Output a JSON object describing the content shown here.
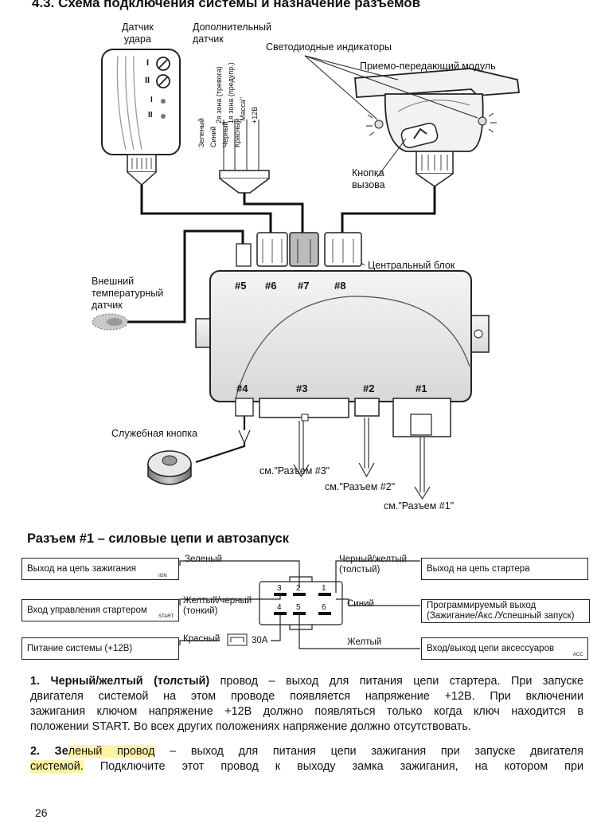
{
  "page": {
    "section_heading": "4.3. Схема подключения системы и назначение разъемов",
    "page_number": "26"
  },
  "diagram": {
    "shock_sensor": "Датчик\nудара",
    "extra_sensor": "Дополнительный\nдатчик",
    "led_indicators": "Светодиодные индикаторы",
    "transceiver": "Приемо-передающий модуль",
    "call_button": "Кнопка\nвызова",
    "central_unit": "Центральный блок",
    "ext_temp_sensor": "Внешний\nтемпературный\nдатчик",
    "service_button": "Служебная кнопка",
    "sensor_zone_labels": [
      "2я зона (тревога)",
      "1я зона (предупр.)",
      "\"Масса\"",
      "+12В"
    ],
    "sensor_wire_colors": [
      "Зеленый",
      "Синий",
      "Черный",
      "Красный"
    ],
    "shock_marks": [
      "I",
      "II",
      "I",
      "II"
    ],
    "connector_top": [
      "#5",
      "#6",
      "#7",
      "#8"
    ],
    "connector_bottom": [
      "#4",
      "#3",
      "#2",
      "#1"
    ],
    "see_conn3": "см.\"Разъем #3\"",
    "see_conn2": "см.\"Разъем #2\"",
    "see_conn1": "см.\"Разъем #1\""
  },
  "connector1": {
    "heading": "Разъем #1 – силовые цепи и автозапуск",
    "left_boxes": [
      "Выход на цепь зажигания",
      "Вход управления стартером",
      "Питание системы (+12В)"
    ],
    "right_boxes": [
      "Выход на цепь стартера",
      "Программируемый выход\n(Зажигание/Акс./Успешный запуск)",
      "Вход/выход цепи аксессуаров"
    ],
    "wires": {
      "green": "Зеленый",
      "yellow_black": "Желтый/черный\n(тонкий)",
      "red": "Красный",
      "black_yellow": "Черный/желтый\n(толстый)",
      "blue": "Синий",
      "yellow": "Желтый"
    },
    "pins": [
      "3",
      "2",
      "1",
      "4",
      "5",
      "6"
    ],
    "fuse": "30А",
    "icon_tags": {
      "ign": "IGN",
      "start": "START",
      "acc": "ACC"
    }
  },
  "text": {
    "p1_bold": "1. Черный/желтый (толстый)",
    "p1_line1": " провод – выход для питания цепи стартера. При запуске",
    "p1_line2": "двигателя системой на этом проводе появляется напряжение +12В. При включении",
    "p1_line3": "зажигания ключом напряжение +12В должно появляться только когда ключ находится в",
    "p1_line4": "положении START. Во всех других положениях напряжение должно отсутствовать.",
    "p2_bold_a": "2. Зе",
    "p2_hl": "леный провод",
    "p2_line1_rest": " – выход для питания цепи зажигания при запуске двигателя",
    "p2_hl2": "системой.",
    "p2_line2_rest": " Подключите этот провод к выходу замка зажигания, на котором при"
  },
  "colors": {
    "ink": "#111111",
    "highlight": "#fff2a6",
    "case_fill": "#e6e6e6",
    "module_fill": "#f2f2f2"
  }
}
